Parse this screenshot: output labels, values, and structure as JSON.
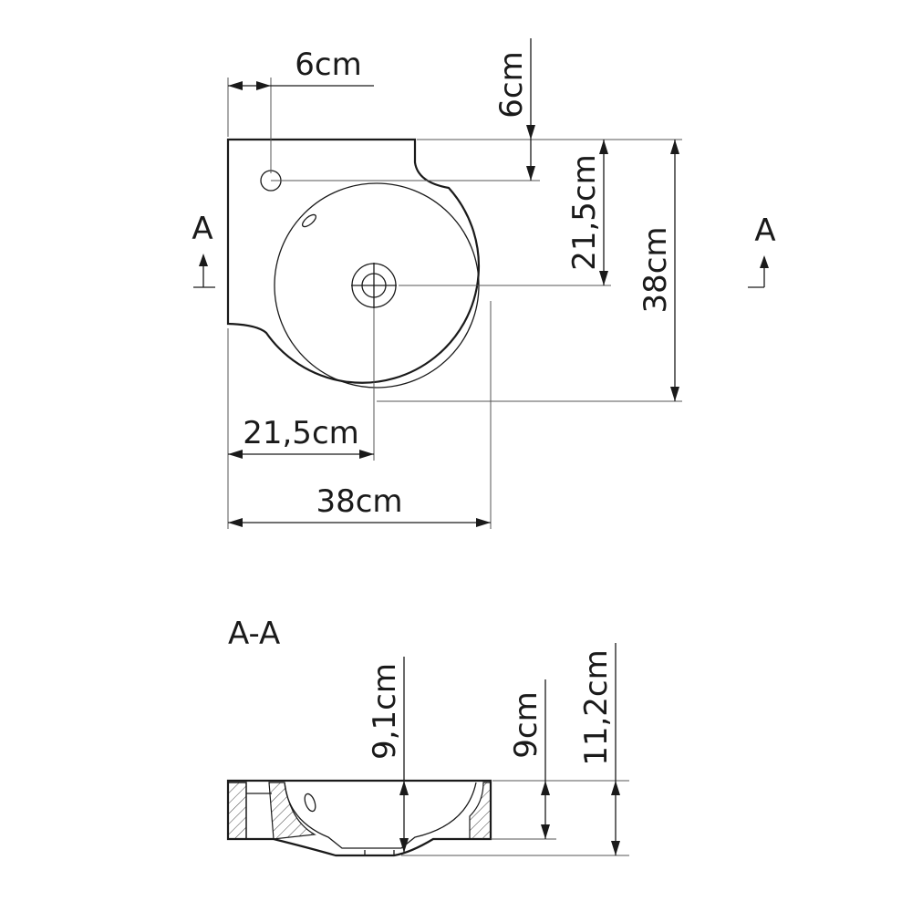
{
  "top_view": {
    "dim_tap_offset_x": "6cm",
    "dim_tap_offset_y": "6cm",
    "dim_drain_offset_y": "21,5cm",
    "dim_depth_total": "38cm",
    "dim_drain_offset_x": "21,5cm",
    "dim_width_total": "38cm",
    "section_marker_left": "A",
    "section_marker_right": "A"
  },
  "section_view": {
    "title": "A-A",
    "dim_bowl_depth": "9,1cm",
    "dim_rim_height": "9cm",
    "dim_total_height": "11,2cm"
  }
}
